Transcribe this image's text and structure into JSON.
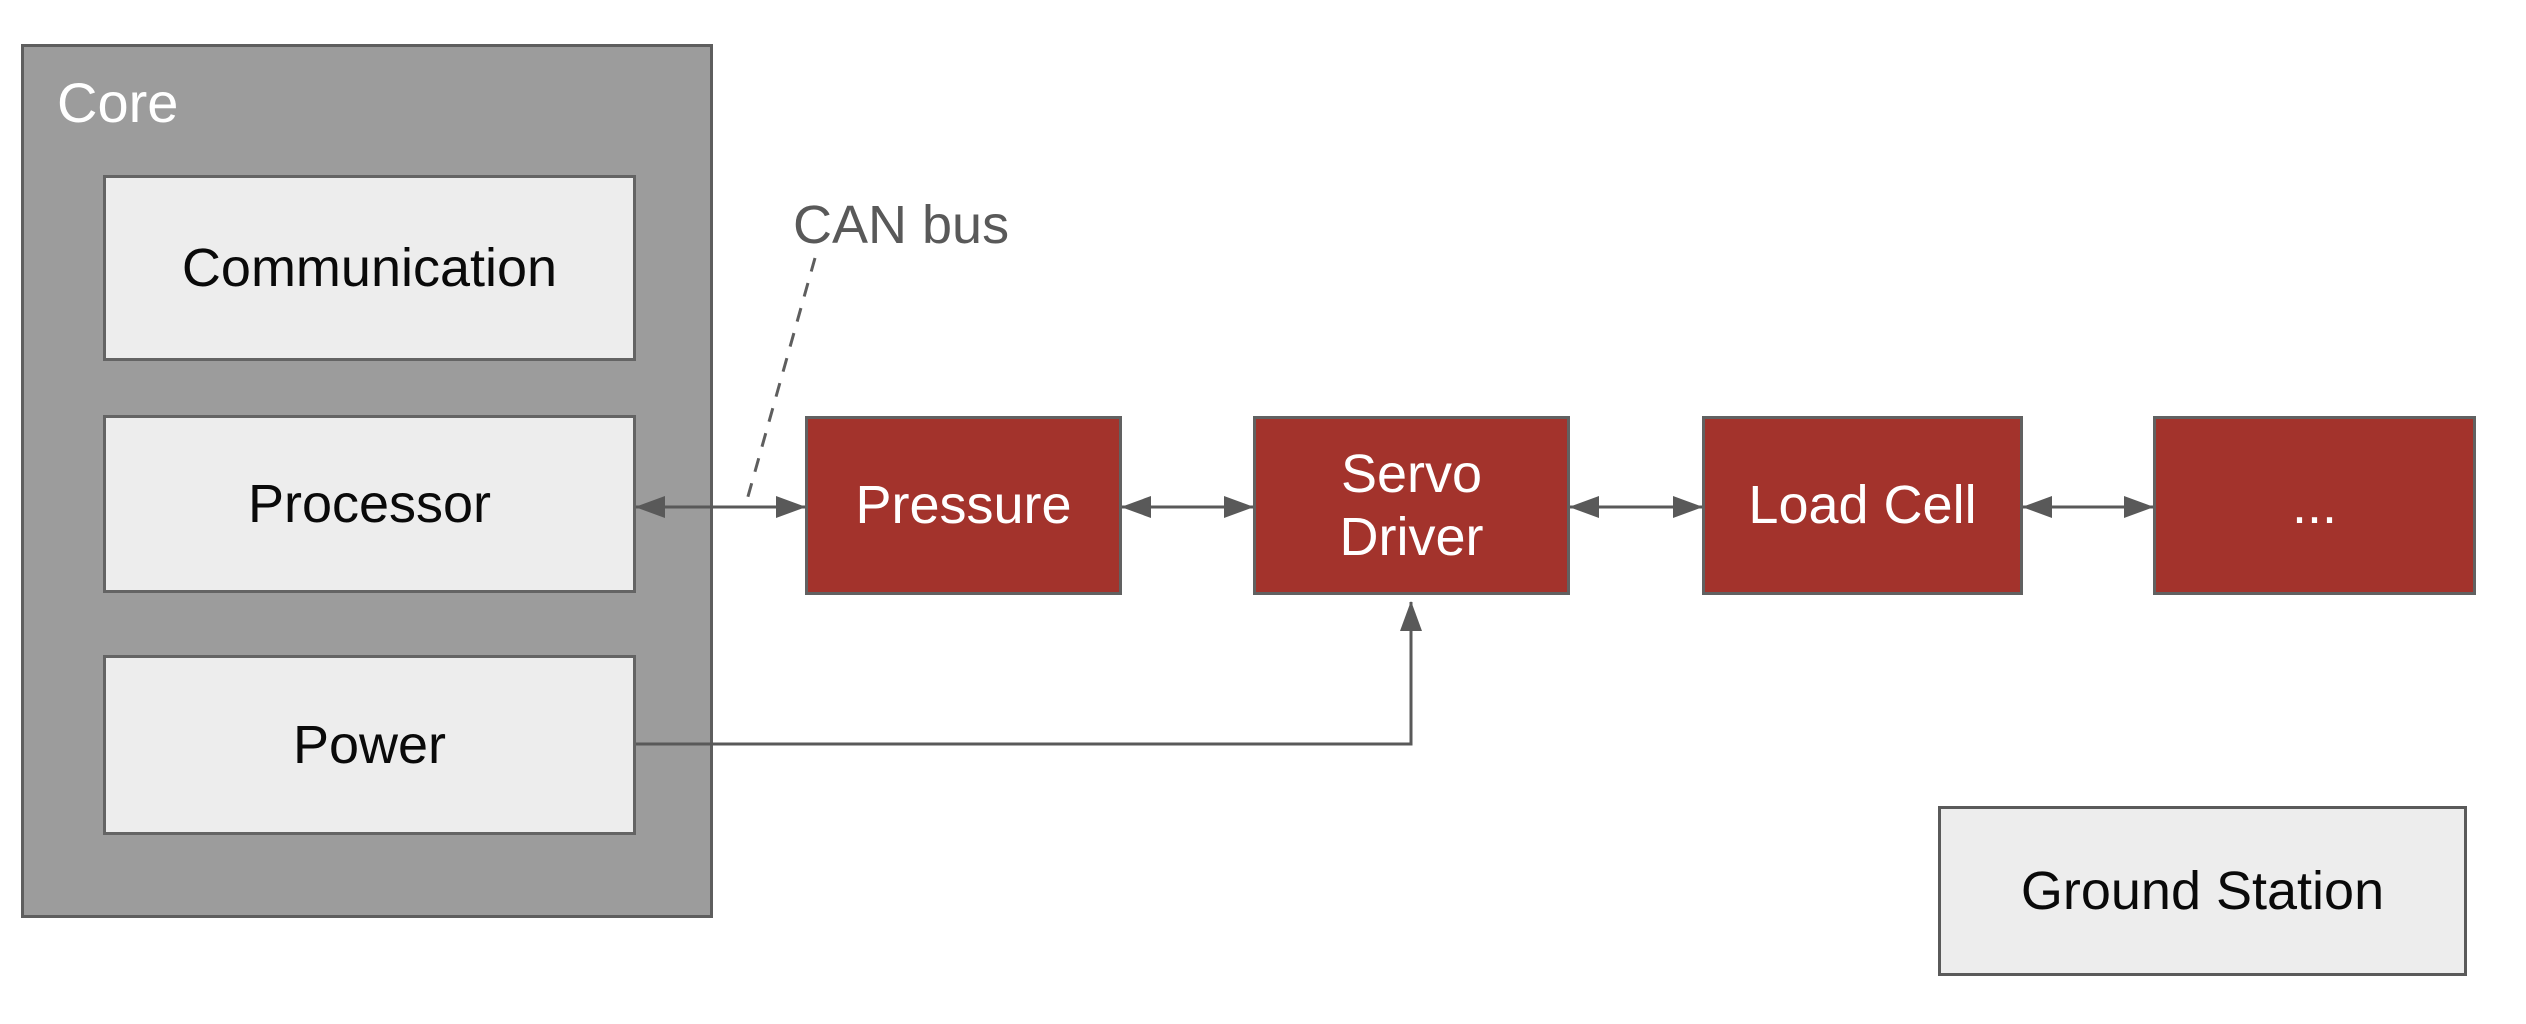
{
  "diagram": {
    "core": {
      "label": "Core",
      "children": {
        "communication": {
          "label": "Communication"
        },
        "processor": {
          "label": "Processor"
        },
        "power": {
          "label": "Power"
        }
      }
    },
    "bus_nodes": {
      "pressure": {
        "label": "Pressure"
      },
      "servo_driver": {
        "label": "Servo\nDriver"
      },
      "load_cell": {
        "label": "Load Cell"
      },
      "more": {
        "label": "..."
      }
    },
    "ground_station": {
      "label": "Ground Station"
    },
    "annotations": {
      "can_bus": {
        "label": "CAN bus"
      }
    },
    "edges": [
      {
        "from": "Processor",
        "to": "Pressure",
        "type": "bidirectional"
      },
      {
        "from": "Pressure",
        "to": "Servo Driver",
        "type": "bidirectional"
      },
      {
        "from": "Servo Driver",
        "to": "Load Cell",
        "type": "bidirectional"
      },
      {
        "from": "Load Cell",
        "to": "...",
        "type": "bidirectional"
      },
      {
        "from": "Power",
        "to": "Servo Driver",
        "type": "directed"
      },
      {
        "from": "CAN bus label",
        "to": "bus line",
        "type": "dashed-callout"
      }
    ],
    "colors": {
      "node_red": "#A3332C",
      "core_gray": "#9C9C9C",
      "light_gray": "#EDEDED",
      "border_gray": "#616161",
      "line_gray": "#595959",
      "background": "#FFFFFF"
    }
  }
}
